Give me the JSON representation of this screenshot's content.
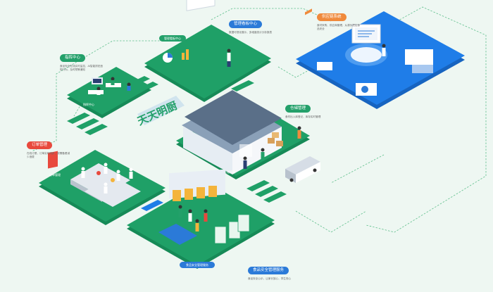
{
  "colors": {
    "background": "#eef7f2",
    "platform_green": "#1fa067",
    "platform_blue": "#1f7de8",
    "pill_green": "#23a06a",
    "pill_blue": "#2b7ad8",
    "pill_orange": "#f08a3c",
    "pill_red": "#e8493d",
    "connector": "#5fbf8c"
  },
  "logo": {
    "text": "天天明厨"
  },
  "callouts": [
    {
      "id": "monitor-center",
      "title": "指挥中心",
      "color": "pill_green",
      "desc": "食品安全在线实时监控，AI智能抓拍违规行为，及时预警通知"
    },
    {
      "id": "management-center",
      "title": "管理看板中心",
      "color": "pill_blue",
      "desc": "数据可视化展示，多维度统计分析报表"
    },
    {
      "id": "supply-chain",
      "title": "供应链系统",
      "color": "pill_orange",
      "desc": "食材采购、供应商管理，从源头把控食品安全"
    },
    {
      "id": "warehouse",
      "title": "仓储管理",
      "color": "pill_green",
      "desc": "食材出入库登记，库存实时管理"
    },
    {
      "id": "order-management",
      "title": "订单管理",
      "color": "pill_red",
      "desc": "在线订餐，订单实时同步，按需备餐减少浪费"
    },
    {
      "id": "food-safety",
      "title": "食品安全管理服务",
      "color": "pill_blue",
      "desc": "食品安全公示，让家长放心，学生安心"
    }
  ],
  "platform_labels": [
    {
      "text": "管理看板中心"
    },
    {
      "text": "指挥中心"
    },
    {
      "text": "仓储管理"
    },
    {
      "text": "订单管理"
    },
    {
      "text": "食品安全管理服务"
    }
  ]
}
